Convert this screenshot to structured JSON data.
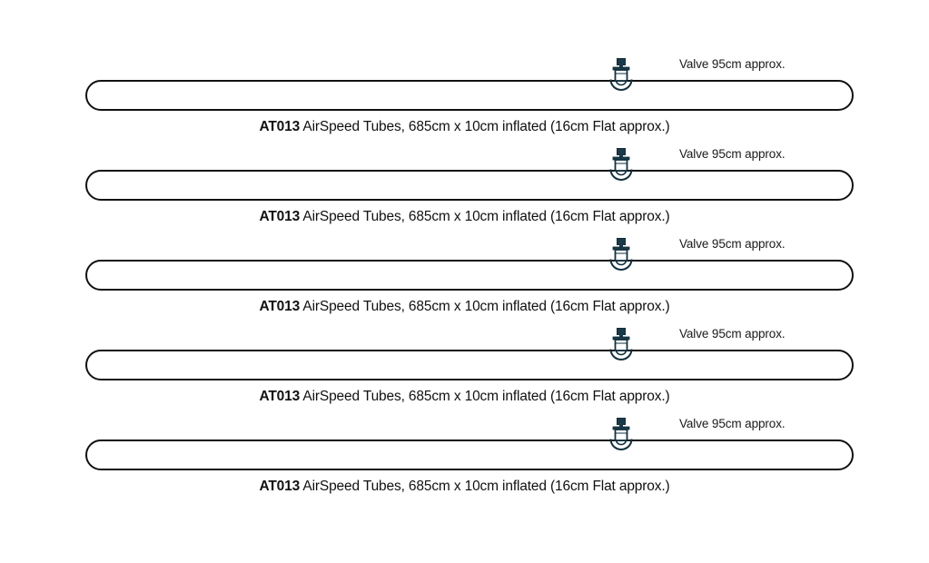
{
  "diagram": {
    "background_color": "#ffffff",
    "line_color": "#111111",
    "valve_cap_color": "#1a3a4a",
    "valve_body_color": "#ffffff",
    "rows": [
      {
        "valve_label": "Valve 95cm approx.",
        "caption_code": "AT013",
        "caption_desc": "AirSpeed Tubes, 685cm x 10cm inflated (16cm Flat approx.)"
      },
      {
        "valve_label": "Valve 95cm approx.",
        "caption_code": "AT013",
        "caption_desc": "AirSpeed Tubes, 685cm x 10cm inflated (16cm Flat approx.)"
      },
      {
        "valve_label": "Valve 95cm approx.",
        "caption_code": "AT013",
        "caption_desc": "AirSpeed Tubes, 685cm x 10cm inflated (16cm Flat approx.)"
      },
      {
        "valve_label": "Valve 95cm approx.",
        "caption_code": "AT013",
        "caption_desc": "AirSpeed Tubes, 685cm x 10cm inflated (16cm Flat approx.)"
      },
      {
        "valve_label": "Valve 95cm approx.",
        "caption_code": "AT013",
        "caption_desc": "AirSpeed Tubes, 685cm x 10cm inflated (16cm Flat approx.)"
      }
    ]
  }
}
